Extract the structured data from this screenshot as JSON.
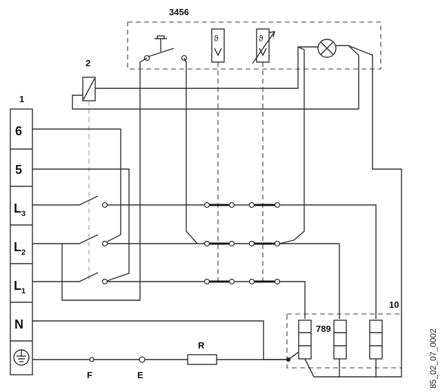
{
  "labels": {
    "group_3456": "3456",
    "relay_2": "2",
    "terminal_1": "1",
    "group_10": "10",
    "group_789": "789",
    "resistor": "R",
    "point_f": "F",
    "point_e": "E"
  },
  "terminals": {
    "t6": "6",
    "t5": "5",
    "l3_main": "L",
    "l3_sub": "3",
    "l2_main": "L",
    "l2_sub": "2",
    "l1_main": "L",
    "l1_sub": "1",
    "n": "N"
  },
  "drawing_code": "85_02_07_0002"
}
